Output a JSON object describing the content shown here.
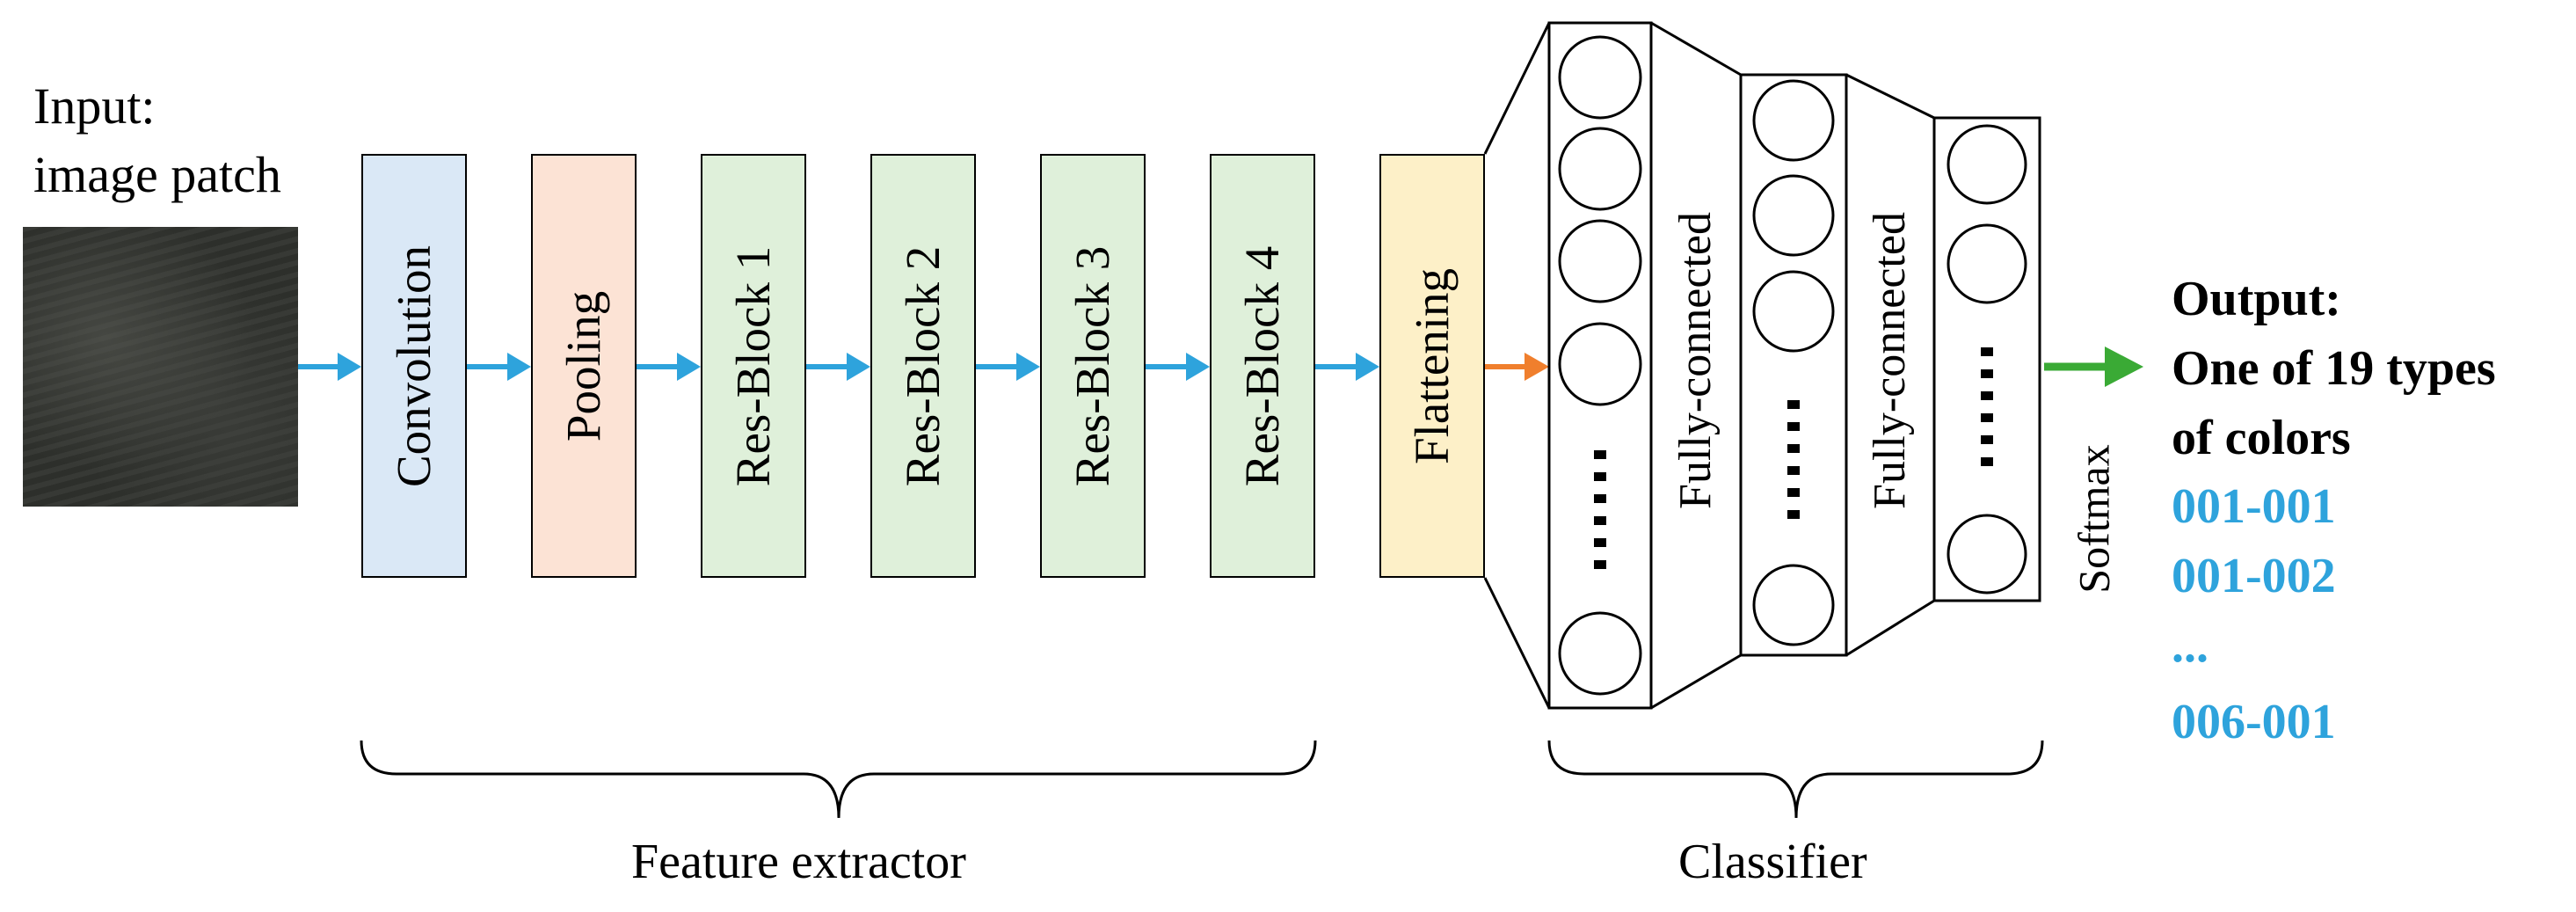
{
  "input": {
    "line1": "Input:",
    "line2": "image patch"
  },
  "blocks": [
    {
      "label": "Convolution",
      "color": "#dae8f6"
    },
    {
      "label": "Pooling",
      "color": "#fce3d5"
    },
    {
      "label": "Res-Block 1",
      "color": "#dff0da"
    },
    {
      "label": "Res-Block 2",
      "color": "#dff0da"
    },
    {
      "label": "Res-Block 3",
      "color": "#dff0da"
    },
    {
      "label": "Res-Block 4",
      "color": "#dff0da"
    },
    {
      "label": "Flattening",
      "color": "#fdf0c8"
    }
  ],
  "classifier": {
    "fc_label_1": "Fully-connected",
    "fc_label_2": "Fully-connected",
    "softmax_label": "Softmax"
  },
  "output": {
    "title": "Output:",
    "line2": "One of 19 types",
    "line3": "of colors",
    "codes": [
      "001-001",
      "001-002",
      "...",
      "006-001"
    ]
  },
  "groups": {
    "feature_extractor": "Feature extractor",
    "classifier": "Classifier"
  },
  "colors": {
    "arrow_blue": "#2ea3dc",
    "arrow_orange": "#f07f2d",
    "arrow_green": "#3aaa35",
    "code_blue": "#2ea3dc"
  }
}
